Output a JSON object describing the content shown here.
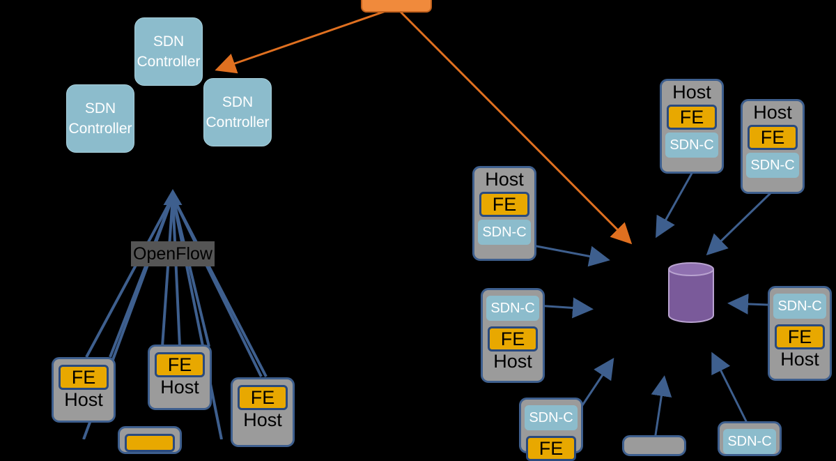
{
  "controller": {
    "line1": "SDN",
    "line2": "Controller"
  },
  "openflow_label": "OpenFlow",
  "host_label": "Host",
  "fe_label": "FE",
  "sdnc_label": "SDN-C",
  "colors": {
    "controller": "#8cbccc",
    "fe": "#e8a800",
    "host": "#9b9b9b",
    "host_border": "#3e5f8e",
    "arrow_blue": "#3e5f8e",
    "arrow_orange": "#e07020",
    "database": "#7a5a9a"
  }
}
